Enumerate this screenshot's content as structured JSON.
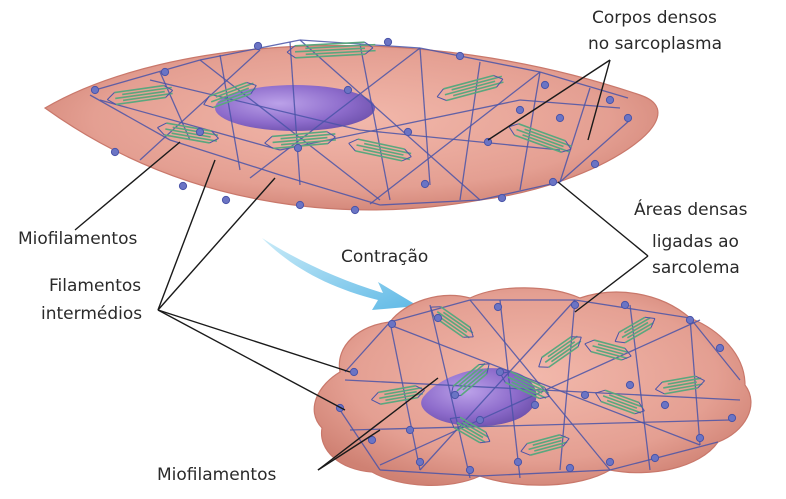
{
  "labels": {
    "corpos_densos_line1": "Corpos densos",
    "corpos_densos_line2": "no sarcoplasma",
    "miofilamentos_top": "Miofilamentos",
    "areas_densas_line1": "Áreas densas",
    "areas_densas_line2": "ligadas ao",
    "areas_densas_line3": "sarcolema",
    "contracao": "Contração",
    "filamentos_line1": "Filamentos",
    "filamentos_line2": "intermédios",
    "miofilamentos_bottom": "Miofilamentos"
  },
  "colors": {
    "cell_fill": "#e9a79a",
    "cell_edge": "#c9786b",
    "network": "#4a54a8",
    "nucleus": "#8a6bd2",
    "myofilament": "#5aa77e",
    "arrow": "#7cc7ea",
    "leader": "#1a1a1a"
  }
}
